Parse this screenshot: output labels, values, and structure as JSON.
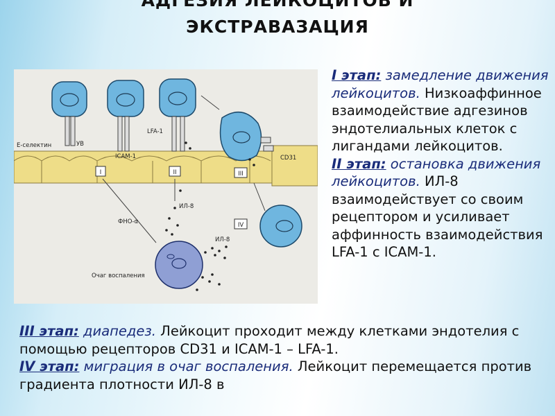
{
  "title": {
    "line1": "АДГЕЗИЯ ЛЕЙКОЦИТОВ И",
    "line2": "ЭКСТРАВАЗАЦИЯ"
  },
  "figure": {
    "labels": {
      "e_selectin": "Е-селектин",
      "uv": "УВ",
      "lfa1": "LFA-1",
      "icam1": "ICAM-1",
      "cd31": "CD31",
      "il8_a": "ИЛ-8",
      "il8_b": "ИЛ-8",
      "tnf": "ФНО-α",
      "focus": "Очаг воспаления"
    },
    "stage_marks": [
      "I",
      "II",
      "III",
      "IV"
    ],
    "colors": {
      "cell": "#6fb6df",
      "endothelium": "#eedd88",
      "focus_cell": "#8f9fd4"
    }
  },
  "stage1": {
    "head": "I этап:",
    "italic": " замедление движения лейкоцитов.",
    "plain": " Низкоаффинное взаимодействие адгезинов эндотелиальных клеток с лигандами лейкоцитов."
  },
  "stage2": {
    "head": "II этап:",
    "italic": " остановка движения лейкоцитов.",
    "plain": " ИЛ-8 взаимодействует со своим рецептором и усиливает аффинность взаимодействия LFA-1 с ICAM-1."
  },
  "stage3": {
    "head": "III этап:",
    "italic": " диапедез.",
    "plain": " Лейкоцит проходит между клетками эндотелия с помощью рецепторов CD31 и ICAM-1 – LFA-1."
  },
  "stage4": {
    "head": "IV этап:",
    "italic": " миграция в очаг воспаления.",
    "plain": " Лейкоцит перемещается против градиента плотности ИЛ-8 в"
  }
}
